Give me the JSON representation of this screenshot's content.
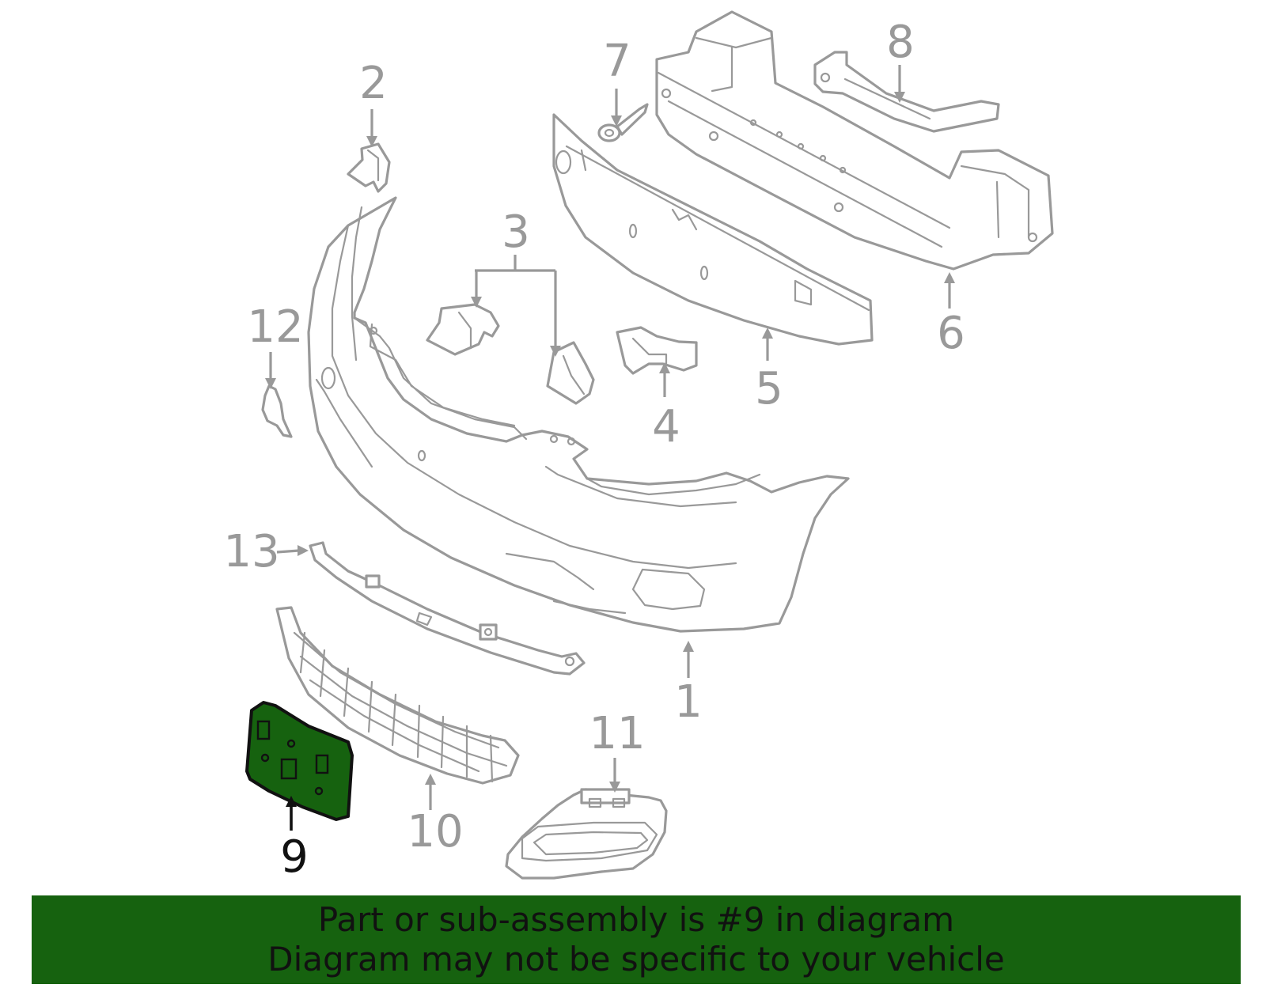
{
  "callouts": {
    "c1": "1",
    "c2": "2",
    "c3": "3",
    "c4": "4",
    "c5": "5",
    "c6": "6",
    "c7": "7",
    "c8": "8",
    "c9": "9",
    "c10": "10",
    "c11": "11",
    "c12": "12",
    "c13": "13"
  },
  "highlighted_part": "9",
  "colors": {
    "highlight": "#16620f",
    "line": "#999999",
    "banner_text": "#111111"
  },
  "banner": {
    "line1": "Part or sub-assembly is #9 in diagram",
    "line2": "Diagram may not be specific to your vehicle"
  }
}
